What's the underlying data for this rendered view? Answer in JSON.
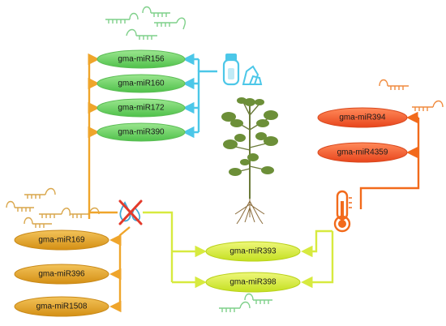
{
  "colors": {
    "salt_group_fill": "#6fd96a",
    "salt_line": "#4cc7e8",
    "heat_group_fill": "#ff5a2a",
    "heat_line": "#f26a1b",
    "drought_group_fill": "#e9a628",
    "drought_line": "#efa52b",
    "shared_fill": "#d6ef3a",
    "shared_line": "#d7ea3f",
    "mirna_glyph": "#7fd08a",
    "mirna_glyph_orange": "#f08a3e",
    "mirna_glyph_tan": "#d9a64a",
    "cross": "#e33a2b"
  },
  "salt_group": {
    "icon": "salt-crystal-icon",
    "mirnas": [
      "gma-miR156",
      "gma-miR160",
      "gma-miR172",
      "gma-miR390"
    ]
  },
  "heat_group": {
    "icon": "thermometer-icon",
    "mirnas": [
      "gma-miR394",
      "gma-miR4359"
    ]
  },
  "drought_group": {
    "icon": "no-water-icon",
    "mirnas": [
      "gma-miR169",
      "gma-miR396",
      "gma-miR1508"
    ]
  },
  "shared_group": {
    "mirnas": [
      "gma-miR393",
      "gma-miR398"
    ]
  },
  "center_icon": "soybean-plant-icon"
}
